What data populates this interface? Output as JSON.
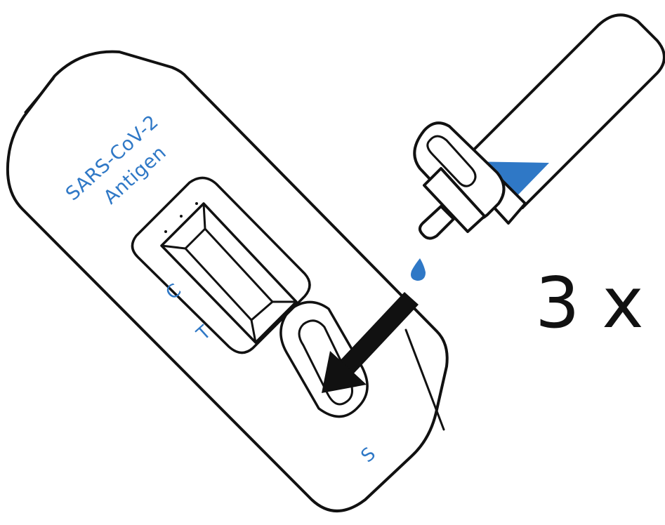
{
  "colors": {
    "outline": "#111111",
    "accent_blue": "#2f78c6",
    "background": "#ffffff"
  },
  "cassette": {
    "brand_line1": "SARS-CoV-2",
    "brand_line2": "Antigen",
    "control_label": "C",
    "test_label": "T",
    "sample_label": "S"
  },
  "instruction": {
    "drop_count": "3 x"
  },
  "icons": [
    "test-cassette-icon",
    "dropper-tube-icon",
    "liquid-drop-icon",
    "arrow-icon"
  ]
}
